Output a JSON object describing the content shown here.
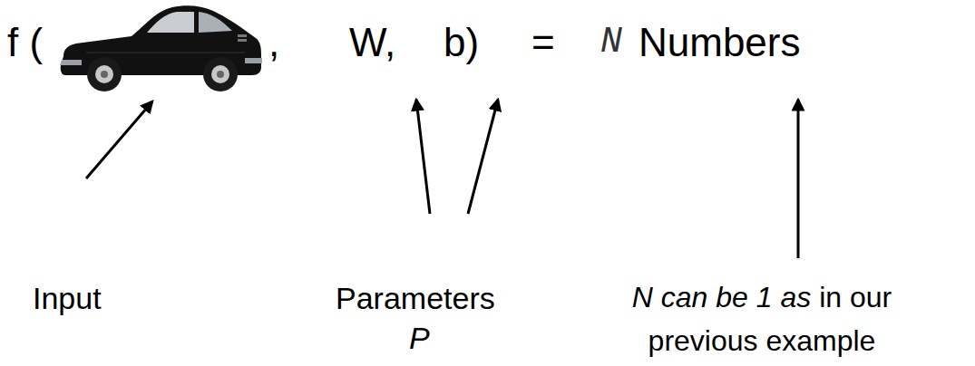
{
  "diagram": {
    "labels": [
      "f (",
      ",",
      "W,",
      "b)",
      "=",
      "N",
      "Numbers",
      "Input",
      "Parameters",
      "P",
      "N can be 1 as",
      "in our previous example"
    ]
  }
}
